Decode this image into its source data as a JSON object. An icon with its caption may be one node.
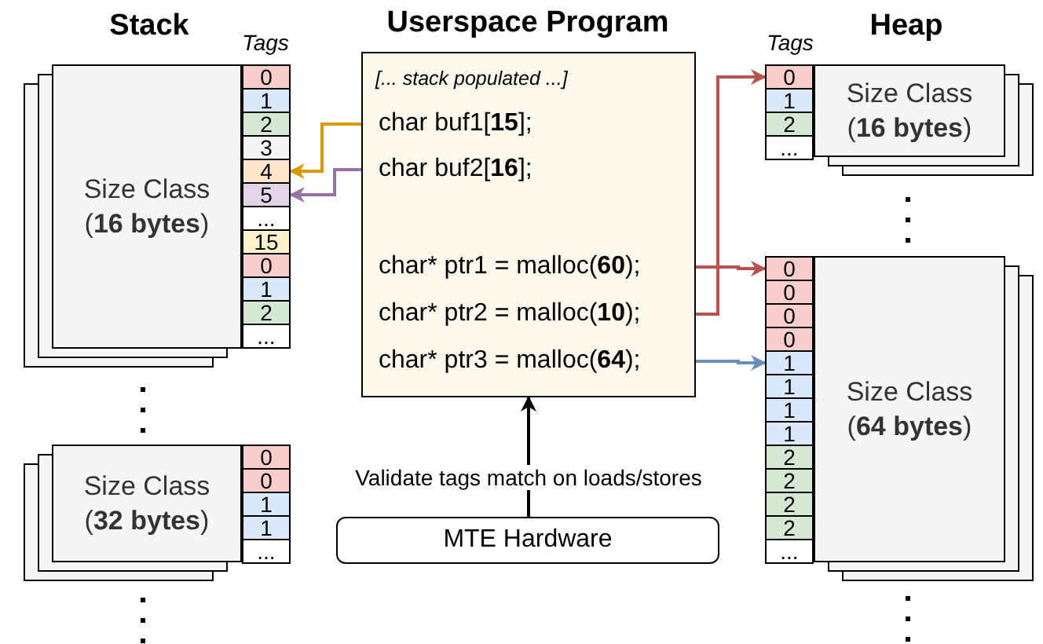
{
  "diagram": {
    "nodes": [
      {
        "text": [
          "Userspace Program",
          "[... stack populated ...]"
        ]
      },
      {
        "text": [
          "char buf1[**15**];"
        ],
        "in": 0
      },
      {
        "text": [
          "char buf2[**16**];"
        ],
        "in": 0
      },
      {
        "text": [
          "char* ptr1 = malloc(**60**);"
        ],
        "in": 0
      },
      {
        "text": [
          "char* ptr2 = malloc(**10**);"
        ],
        "in": 0
      },
      {
        "text": [
          "char* ptr3 = malloc(**64**);"
        ],
        "in": 0
      },
      {
        "text": [
          "MTE Hardware"
        ]
      },
      {
        "text": [
          "Size Class (**16 bytes**)"
        ]
      },
      {
        "text": [
          "0"
        ]
      },
      {
        "text": [
          "1"
        ]
      },
      {
        "text": [
          "2"
        ]
      },
      {
        "text": [
          "3"
        ]
      },
      {
        "text": [
          "4"
        ]
      },
      {
        "text": [
          "5"
        ]
      },
      {
        "text": [
          "..."
        ]
      },
      {
        "text": [
          "15"
        ]
      },
      {
        "text": [
          "0"
        ]
      },
      {
        "text": [
          "1"
        ]
      },
      {
        "text": [
          "2"
        ]
      },
      {
        "text": [
          "..."
        ]
      },
      {
        "text": [
          "Size Class (**32 bytes**)"
        ]
      },
      {
        "text": [
          "0"
        ]
      },
      {
        "text": [
          "0"
        ]
      },
      {
        "text": [
          "1"
        ]
      },
      {
        "text": [
          "1"
        ]
      },
      {
        "text": [
          "..."
        ]
      },
      {
        "text": [
          "Size Class (**16 bytes**)"
        ]
      },
      {
        "text": [
          "0"
        ]
      },
      {
        "text": [
          "1"
        ]
      },
      {
        "text": [
          "2"
        ]
      },
      {
        "text": [
          "..."
        ]
      },
      {
        "text": [
          "Size Class (**64 bytes**)"
        ]
      },
      {
        "text": [
          "0"
        ]
      },
      {
        "text": [
          "0"
        ]
      },
      {
        "text": [
          "0"
        ]
      },
      {
        "text": [
          "0"
        ]
      },
      {
        "text": [
          "1"
        ]
      },
      {
        "text": [
          "1"
        ]
      },
      {
        "text": [
          "1"
        ]
      },
      {
        "text": [
          "1"
        ]
      },
      {
        "text": [
          "2"
        ]
      },
      {
        "text": [
          "2"
        ]
      },
      {
        "text": [
          "2"
        ]
      },
      {
        "text": [
          "2"
        ]
      },
      {
        "text": [
          "..."
        ]
      }
    ],
    "edges": [
      {
        "from": 1,
        "to": 12,
        "arrow": "to",
        "color": "#d79b00"
      },
      {
        "from": 2,
        "to": 13,
        "arrow": "to",
        "color": "#9673a6"
      },
      {
        "from": 3,
        "to": 32,
        "arrow": "to",
        "color": "#b85450"
      },
      {
        "from": 4,
        "to": 27,
        "arrow": "to",
        "color": "#b85450"
      },
      {
        "from": 5,
        "to": 36,
        "arrow": "to",
        "color": "#6c8ebf"
      },
      {
        "from": 6,
        "to": 0,
        "arrow": "to",
        "label": "Validate tags match on loads/stores",
        "color": "#000000"
      }
    ],
    "labels": [
      "Stack",
      "Tags",
      "Tags",
      "Heap"
    ]
  }
}
